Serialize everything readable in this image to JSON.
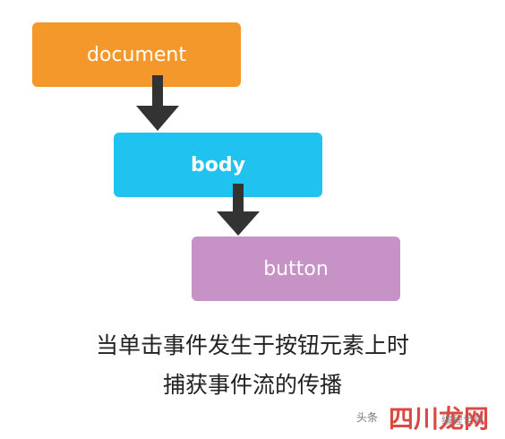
{
  "nodes": {
    "document": "document",
    "body": "body",
    "button": "button"
  },
  "caption": {
    "line1": "当单击事件发生于按钮元素上时",
    "line2": "捕获事件流的传播"
  },
  "watermark": {
    "small": "头条",
    "big": "四川龙网",
    "tail": "编程世界"
  },
  "colors": {
    "document": "#f4982b",
    "body": "#20c2f0",
    "button": "#c792c6",
    "arrow": "#333333"
  }
}
